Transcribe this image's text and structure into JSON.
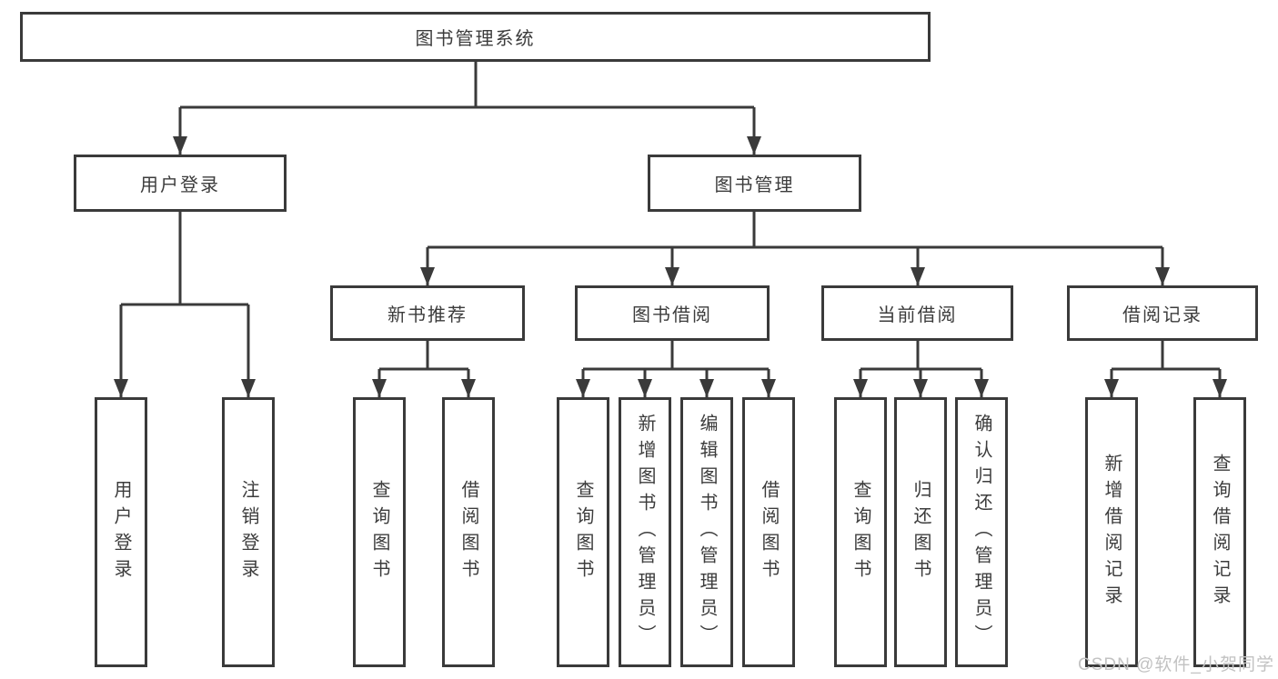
{
  "nodes": {
    "root": "图书管理系统",
    "user_login": "用户登录",
    "book_mgmt": "图书管理",
    "new_book_rec": "新书推荐",
    "book_borrow": "图书借阅",
    "current_borrow": "当前借阅",
    "borrow_records": "借阅记录",
    "leaf_user_login": "用户登录",
    "leaf_logout": "注销登录",
    "leaf_nbr_query": "查询图书",
    "leaf_nbr_borrow": "借阅图书",
    "leaf_bb_query": "查询图书",
    "leaf_bb_add": "新增图书（管理员）",
    "leaf_bb_edit": "编辑图书（管理员）",
    "leaf_bb_borrow": "借阅图书",
    "leaf_cb_query": "查询图书",
    "leaf_cb_return": "归还图书",
    "leaf_cb_confirm": "确认归还（管理员）",
    "leaf_br_add": "新增借阅记录",
    "leaf_br_query": "查询借阅记录"
  },
  "hierarchy": {
    "图书管理系统": {
      "用户登录": [
        "用户登录",
        "注销登录"
      ],
      "图书管理": {
        "新书推荐": [
          "查询图书",
          "借阅图书"
        ],
        "图书借阅": [
          "查询图书",
          "新增图书（管理员）",
          "编辑图书（管理员）",
          "借阅图书"
        ],
        "当前借阅": [
          "查询图书",
          "归还图书",
          "确认归还（管理员）"
        ],
        "借阅记录": [
          "新增借阅记录",
          "查询借阅记录"
        ]
      }
    }
  },
  "watermark": "CSDN @软件_小贺同学",
  "colors": {
    "line": "#3a3a3a",
    "text": "#3c3c3c",
    "watermark": "#c2c2c2",
    "background": "#ffffff"
  }
}
